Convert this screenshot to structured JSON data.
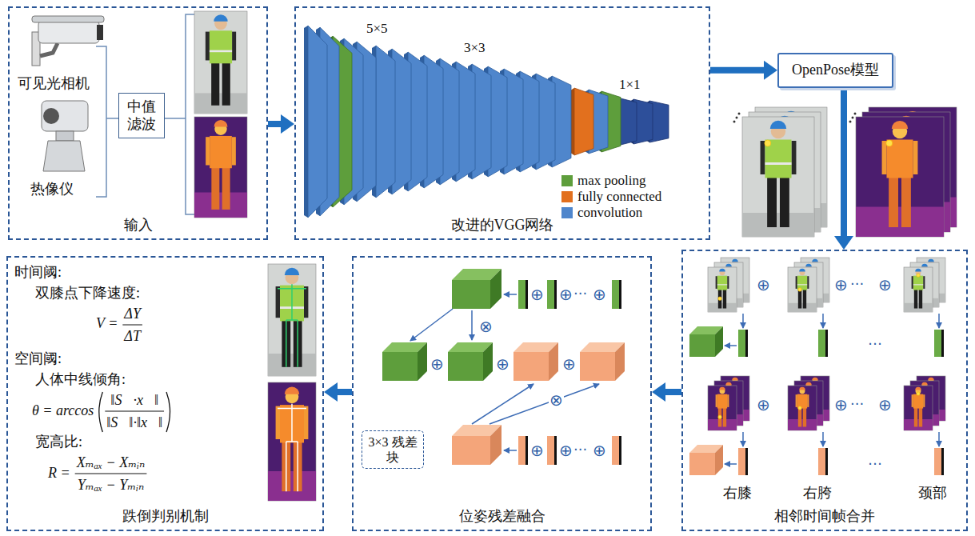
{
  "diagram": {
    "nodes": [
      {
        "text": [
          "输入"
        ]
      },
      {
        "text": [
          "中值 滤波"
        ],
        "in": 0
      },
      {
        "text": [
          "改进的VGG网络"
        ]
      },
      {
        "text": [
          "OpenPose模型"
        ]
      },
      {
        "text": [
          "相邻时间帧合并"
        ]
      },
      {
        "text": [
          "位姿残差融合"
        ]
      },
      {
        "text": [
          "3×3 残差块"
        ],
        "in": 5
      },
      {
        "text": [
          "跌倒判别机制"
        ]
      }
    ],
    "edges": [
      {
        "from": 0,
        "to": 2,
        "arrow": "to"
      },
      {
        "from": 2,
        "to": 3,
        "arrow": "to"
      },
      {
        "from": 3,
        "to": 4,
        "arrow": "to"
      },
      {
        "from": 4,
        "to": 5,
        "arrow": "to"
      },
      {
        "from": 5,
        "to": 7,
        "arrow": "to"
      }
    ],
    "labels": [
      "可见光相机",
      "热像仪",
      "5×5",
      "3×3",
      "1×1",
      "⊕",
      "⊕",
      "···",
      "⊕",
      "…",
      "⊕",
      "⊕",
      "···",
      "⊕",
      "…",
      "右膝",
      "右胯",
      "颈部",
      "⊕",
      "⊕",
      "···",
      "⊕",
      "⊗",
      "⊕",
      "⊕",
      "⊕",
      "⊗",
      "⊕",
      "⊕",
      "···",
      "⊕",
      "时间阈:",
      "双膝点下降速度:",
      "V =",
      "ΔY",
      "ΔT",
      "空间阈:",
      "人体中线倾角:",
      "θ = arccos",
      "‖S⃗·x⃗‖",
      "‖S⃗‖·‖x⃗‖",
      "宽高比:",
      "R =",
      "Xₘₐₓ − Xₘᵢₙ",
      "Yₘₐₓ − Yₘᵢₙ"
    ],
    "legend": [
      {
        "text": "max pooling",
        "color": "#5e9e3c"
      },
      {
        "text": "fully connected",
        "color": "#e2701e"
      },
      {
        "text": "convolution",
        "color": "#4f86cc"
      }
    ]
  }
}
